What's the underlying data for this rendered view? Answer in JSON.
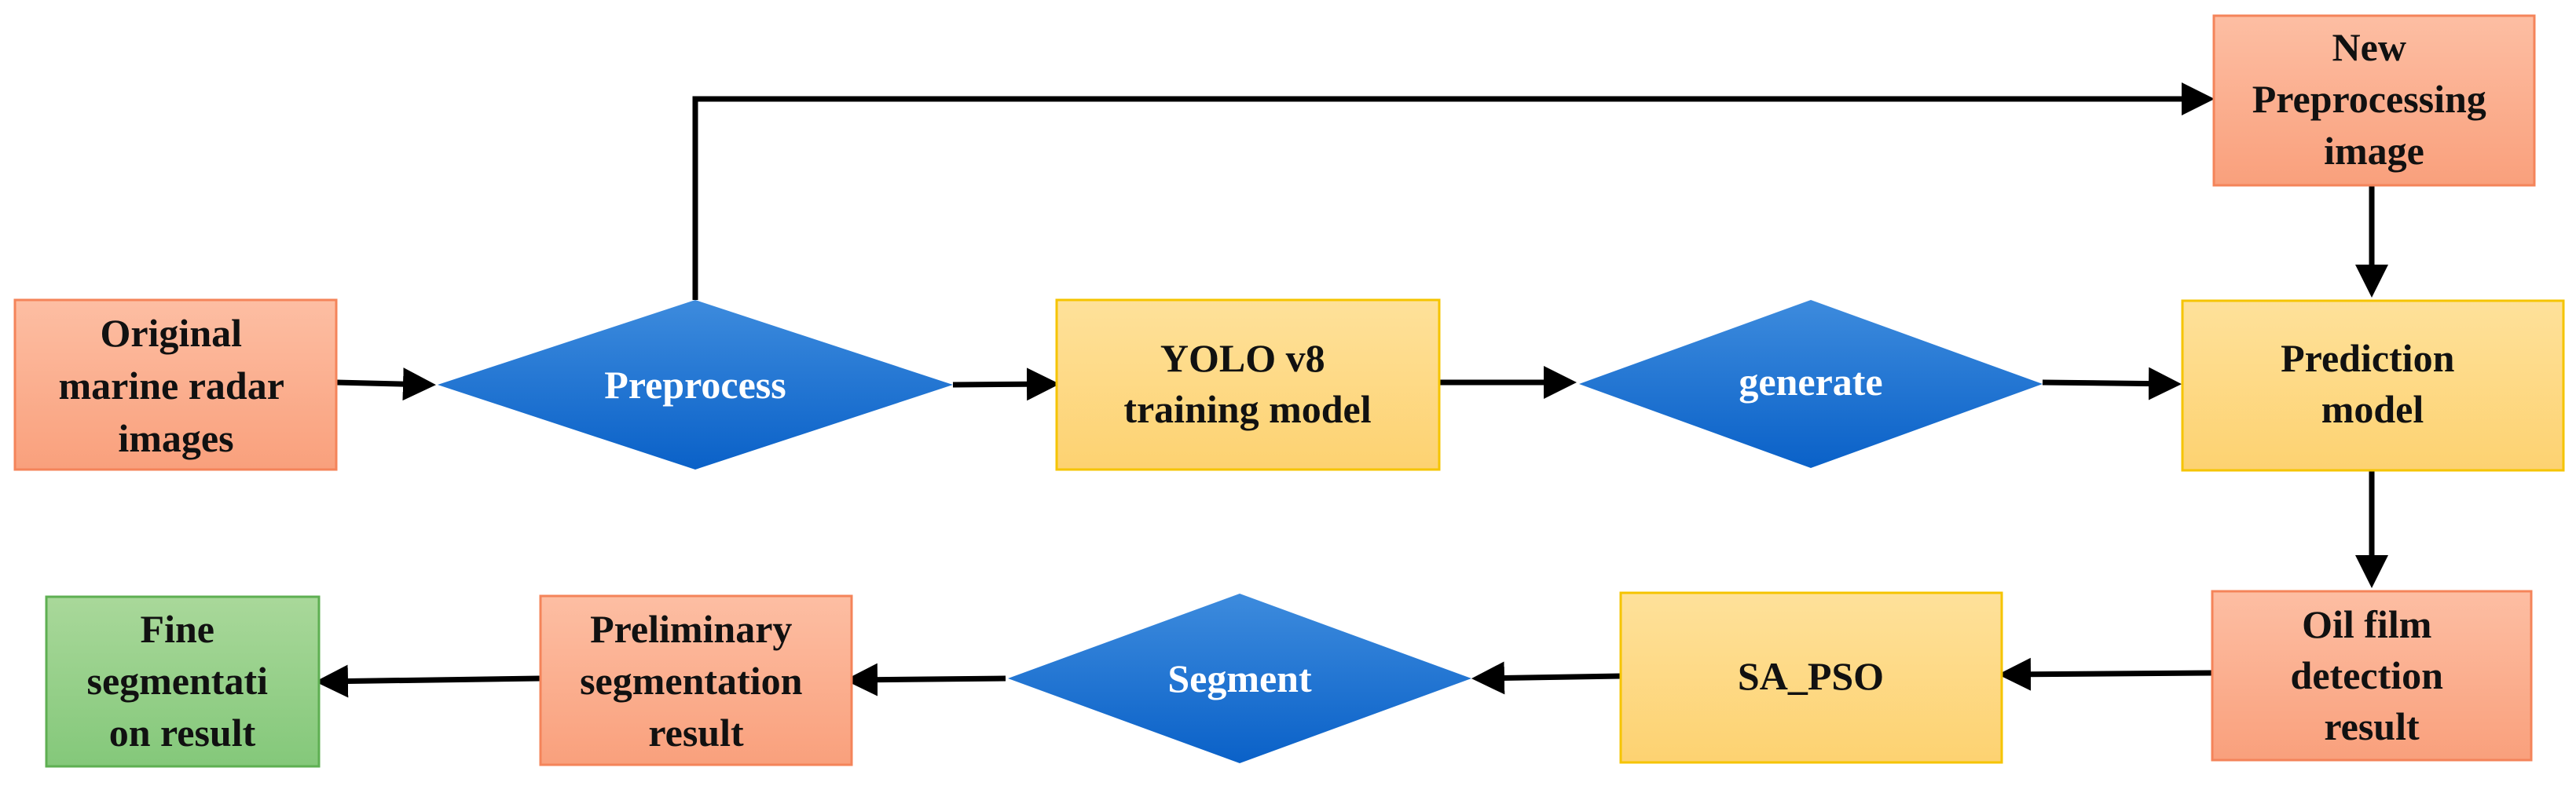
{
  "colors": {
    "salmon_fill_top": "#FDBEA3",
    "salmon_fill_bottom": "#F9A07C",
    "salmon_border": "#F4845A",
    "yellow_fill_top": "#FEE19A",
    "yellow_fill_bottom": "#FDD271",
    "yellow_border": "#F5C400",
    "green_fill_top": "#A9D89A",
    "green_fill_bottom": "#84C87A",
    "green_border": "#5EAF52",
    "diamond_top": "#3D8BDD",
    "diamond_bottom": "#0A61C8",
    "arrow": "#000000"
  },
  "nodes": {
    "original_images": {
      "lines": [
        "Original",
        "marine radar",
        "images"
      ]
    },
    "preprocess": {
      "lines": [
        "Preprocess"
      ]
    },
    "yolo_model": {
      "lines": [
        "YOLO v8",
        "training model"
      ]
    },
    "generate": {
      "lines": [
        "generate"
      ]
    },
    "new_preprocessing_image": {
      "lines": [
        "New",
        "Preprocessing",
        "image"
      ]
    },
    "prediction_model": {
      "lines": [
        "Prediction",
        "model"
      ]
    },
    "oil_film_detection": {
      "lines": [
        "Oil film",
        "detection",
        "result"
      ]
    },
    "sa_pso": {
      "lines": [
        "SA_PSO"
      ]
    },
    "segment": {
      "lines": [
        "Segment"
      ]
    },
    "preliminary_segmentation": {
      "lines": [
        "Preliminary",
        "segmentation",
        "result"
      ]
    },
    "fine_segmentation": {
      "lines": [
        "Fine",
        "segmentati",
        "on result"
      ]
    }
  }
}
